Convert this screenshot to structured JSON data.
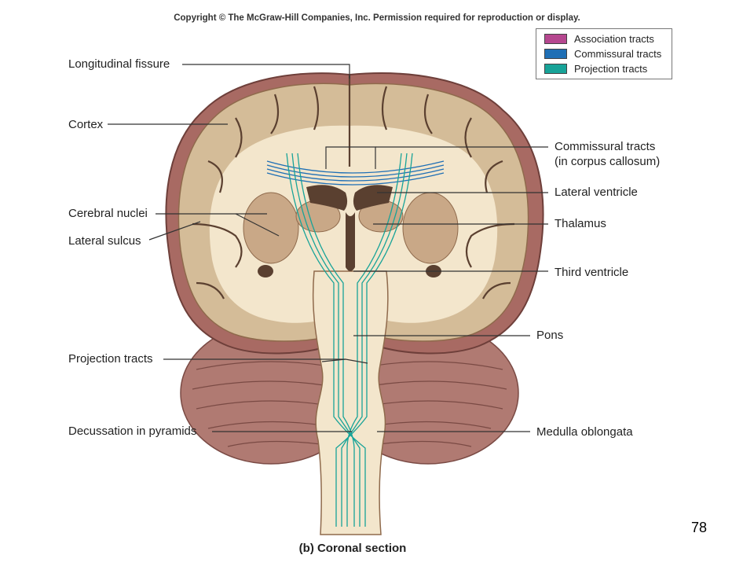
{
  "copyright": "Copyright © The McGraw-Hill Companies, Inc. Permission required for reproduction or display.",
  "legend": [
    {
      "label": "Association tracts",
      "color": "#b5478f"
    },
    {
      "label": "Commissural tracts",
      "color": "#1f6fb5"
    },
    {
      "label": "Projection tracts",
      "color": "#17a398"
    }
  ],
  "labels": {
    "longitudinal_fissure": "Longitudinal fissure",
    "cortex": "Cortex",
    "cerebral_nuclei": "Cerebral nuclei",
    "lateral_sulcus": "Lateral sulcus",
    "projection_tracts": "Projection tracts",
    "decussation": "Decussation in pyramids",
    "commissural_line1": "Commissural tracts",
    "commissural_line2": "(in corpus callosum)",
    "lateral_ventricle": "Lateral ventricle",
    "thalamus": "Thalamus",
    "third_ventricle": "Third ventricle",
    "pons": "Pons",
    "medulla": "Medulla oblongata"
  },
  "caption": "(b) Coronal section",
  "page_number": "78",
  "colors": {
    "outer_brain": "#a86a63",
    "gray_matter": "#d4bc98",
    "white_matter": "#f3e6cc",
    "ventricle": "#5a4030",
    "nuclei": "#c9a887",
    "leader_line": "#333333"
  }
}
